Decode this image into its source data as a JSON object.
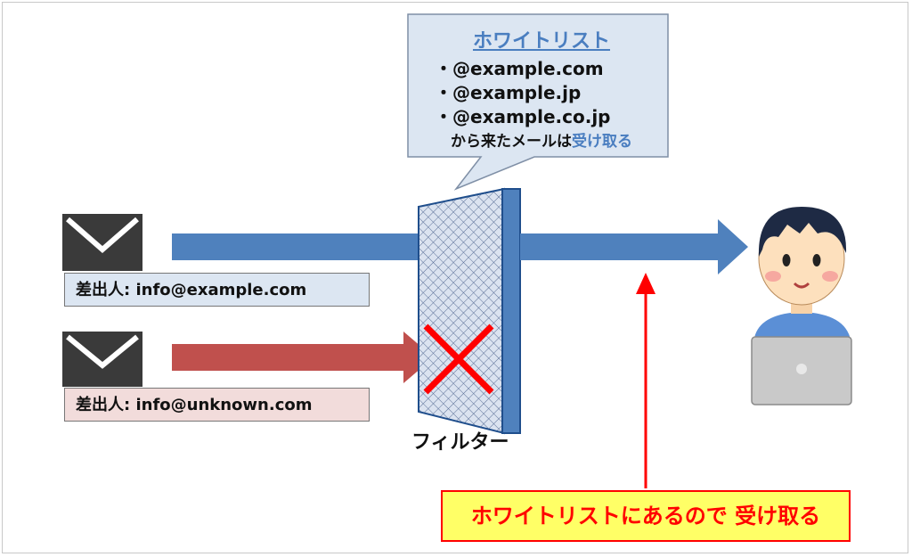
{
  "whitelist": {
    "title": "ホワイトリスト",
    "domains": [
      "・@example.com",
      "・@example.jp",
      "・@example.co.jp"
    ],
    "footer_prefix": "から来たメールは",
    "footer_highlight": "受け取る"
  },
  "senders": {
    "allowed": "差出人: info@example.com",
    "blocked": "差出人: info@unknown.com"
  },
  "filter_label": "フィルター",
  "note": "ホワイトリストにあるので 受け取る",
  "colors": {
    "allowed_arrow": "#4f81bd",
    "blocked_arrow": "#c0504d",
    "highlight_text": "#4a7ec0",
    "note_bg": "#ffff66",
    "note_text": "#ff0000"
  }
}
